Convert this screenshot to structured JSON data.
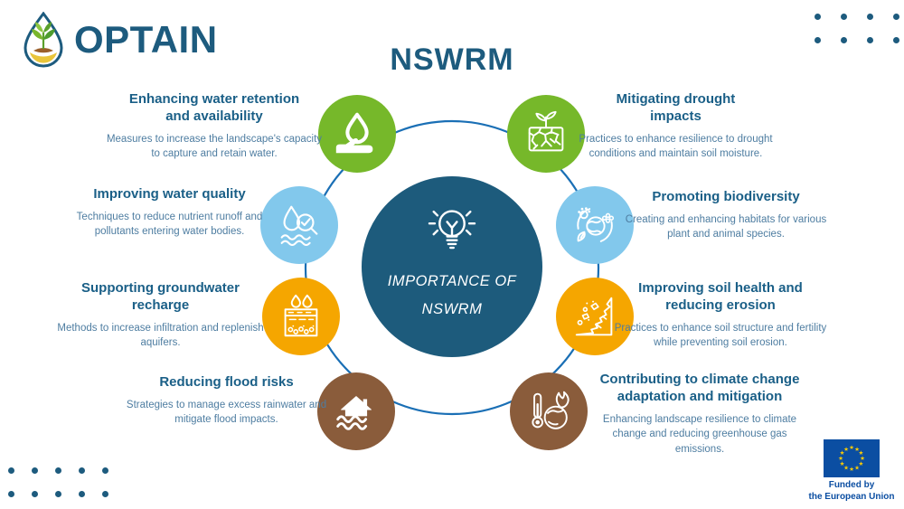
{
  "brand": {
    "name": "OPTAIN"
  },
  "page_title": "NSWRM",
  "center": {
    "label": "IMPORTANCE OF\nNSWRM",
    "icon": "lightbulb-icon"
  },
  "items": [
    {
      "id": "water-retention",
      "color": "#76b82a",
      "icon": "hand-water-drop-icon",
      "title": "Enhancing water retention\nand availability",
      "desc": "Measures to increase the landscape's capacity\nto capture and retain water."
    },
    {
      "id": "drought",
      "color": "#76b82a",
      "icon": "cracked-soil-sprout-icon",
      "title": "Mitigating drought\nimpacts",
      "desc": "Practices to enhance resilience to drought\nconditions and maintain soil moisture."
    },
    {
      "id": "water-quality",
      "color": "#82c8ec",
      "icon": "water-quality-magnifier-icon",
      "title": "Improving water quality",
      "desc": "Techniques to reduce nutrient runoff and\npollutants entering water bodies."
    },
    {
      "id": "biodiversity",
      "color": "#82c8ec",
      "icon": "biodiversity-globe-icon",
      "title": "Promoting biodiversity",
      "desc": "Creating and enhancing habitats for various\nplant and animal species."
    },
    {
      "id": "groundwater",
      "color": "#f5a600",
      "icon": "groundwater-infiltration-icon",
      "title": "Supporting groundwater\nrecharge",
      "desc": "Methods to increase infiltration and replenish\naquifers."
    },
    {
      "id": "soil-health",
      "color": "#f5a600",
      "icon": "soil-erosion-icon",
      "title": "Improving soil health and\nreducing erosion",
      "desc": "Practices to enhance soil structure and fertility\nwhile preventing soil erosion."
    },
    {
      "id": "flood",
      "color": "#8a5c3b",
      "icon": "flood-house-icon",
      "title": "Reducing flood risks",
      "desc": "Strategies to manage excess rainwater and\nmitigate flood impacts."
    },
    {
      "id": "climate",
      "color": "#8a5c3b",
      "icon": "climate-thermometer-globe-icon",
      "title": "Contributing to climate change\nadaptation and mitigation",
      "desc": "Enhancing landscape resilience to climate\nchange and reducing greenhouse gas\nemissions."
    }
  ],
  "eu_credit": {
    "label": "Funded by\nthe European Union"
  },
  "colors": {
    "dark_teal": "#1d5b7c",
    "title_blue": "#1a5f87",
    "desc_blue": "#4e7da1",
    "ring_blue": "#1a6fb5",
    "green": "#76b82a",
    "light_blue": "#82c8ec",
    "orange": "#f5a600",
    "brown": "#8a5c3b",
    "eu_flag_blue": "#0b4ea2",
    "eu_star_yellow": "#ffcc00"
  }
}
